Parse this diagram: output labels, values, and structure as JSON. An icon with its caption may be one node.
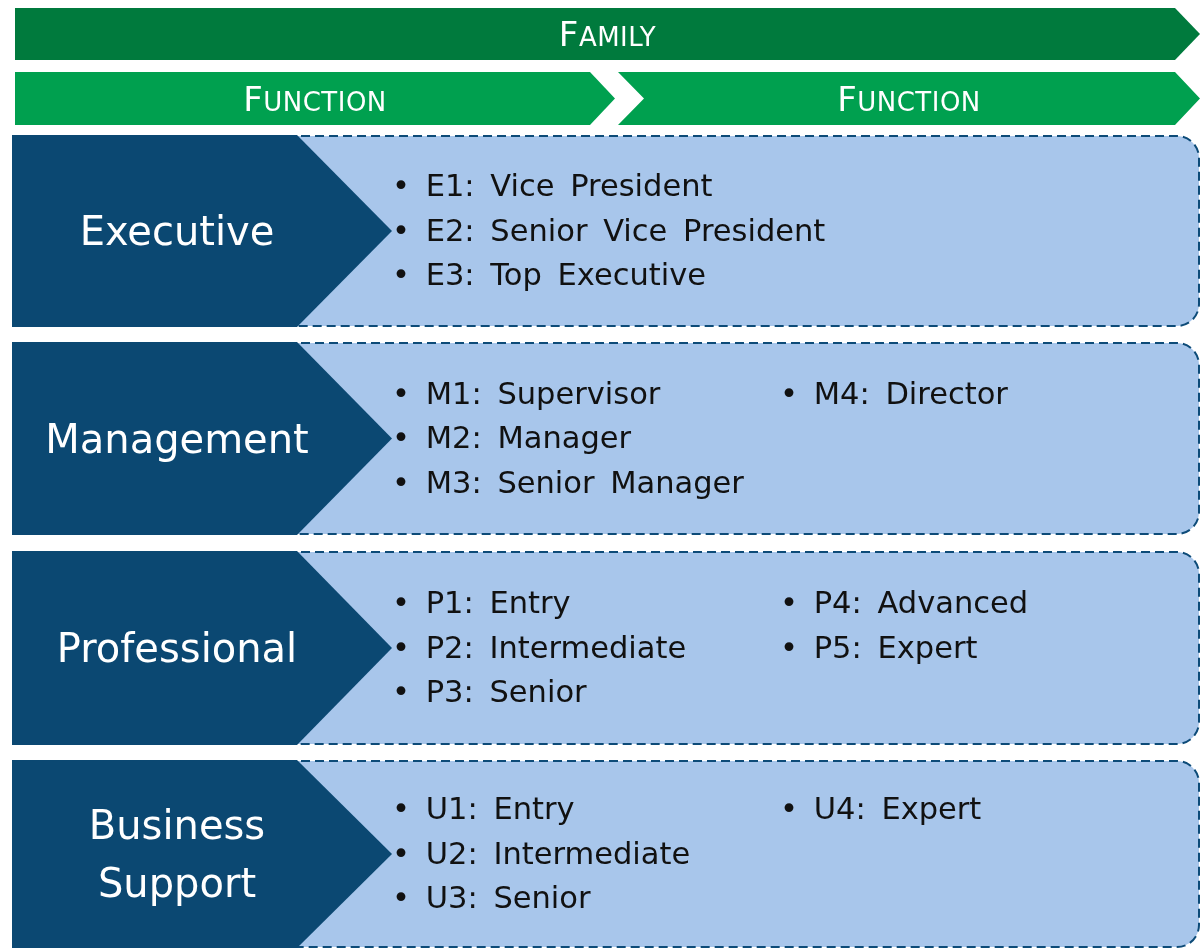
{
  "diagram": {
    "nodes": [
      {
        "text": [
          "FAMILY"
        ]
      },
      {
        "text": [
          "FUNCTION"
        ]
      },
      {
        "text": [
          "FUNCTION"
        ]
      },
      {
        "text": [
          "• E1: Vice President",
          "• E2: Senior Vice President",
          "• E3: Top Executive"
        ]
      },
      {
        "text": [
          "Executive"
        ],
        "in": 3
      },
      {
        "text": [
          "• M1: Supervisor",
          "• M2: Manager",
          "• M3: Senior Manager",
          "• M4: Director"
        ]
      },
      {
        "text": [
          "Management"
        ],
        "in": 5
      },
      {
        "text": [
          "• P1: Entry",
          "• P2: Intermediate",
          "• P3: Senior",
          "• P4: Advanced",
          "• P5: Expert"
        ]
      },
      {
        "text": [
          "Professional"
        ],
        "in": 7
      },
      {
        "text": [
          "• U1: Entry",
          "• U2: Intermediate",
          "• U3: Senior",
          "• U4: Expert"
        ]
      },
      {
        "text": [
          "Business Support"
        ],
        "in": 9
      }
    ]
  }
}
